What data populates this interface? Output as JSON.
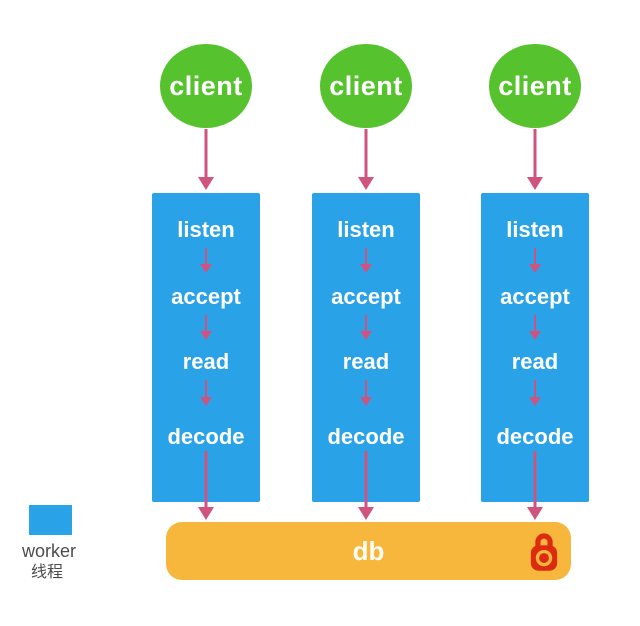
{
  "diagram": {
    "clients": [
      {
        "label": "client"
      },
      {
        "label": "client"
      },
      {
        "label": "client"
      }
    ],
    "workers": [
      {
        "steps": [
          "listen",
          "accept",
          "read",
          "decode"
        ]
      },
      {
        "steps": [
          "listen",
          "accept",
          "read",
          "decode"
        ]
      },
      {
        "steps": [
          "listen",
          "accept",
          "read",
          "decode"
        ]
      }
    ],
    "db": {
      "label": "db",
      "icon": "lock-icon"
    },
    "legend": {
      "line1": "worker",
      "line2": "线程",
      "swatch": "worker-thread-color"
    },
    "colors": {
      "background": "#ffffff",
      "client_green": "#56c32e",
      "worker_blue": "#2aa2e8",
      "arrow_pink": "#d0537f",
      "db_orange": "#f6b73c",
      "lock_red": "#dd2b12",
      "node_text": "#ffffff",
      "legend_text": "#4c4c4c"
    }
  }
}
